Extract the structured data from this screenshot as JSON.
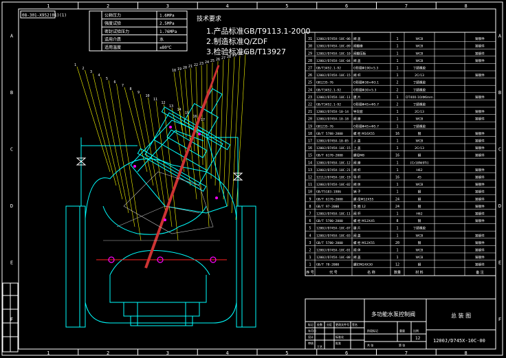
{
  "colors": {
    "background": "#000000",
    "frame": "#ffffff",
    "outline": "#00ffff",
    "text": "#ffffff",
    "leaders": "#ffff00",
    "numbers": "#ffffff",
    "bolts": "#ff00ff",
    "rod": "#cc3333",
    "red_line": "#ff2020"
  },
  "zone_numbers_top": [
    "1",
    "2",
    "3",
    "4",
    "5",
    "6",
    "7",
    "8"
  ],
  "zone_numbers_bottom": [
    "1",
    "2",
    "3",
    "4",
    "5",
    "6",
    "7",
    "8"
  ],
  "zone_letters": [
    "A",
    "B",
    "C",
    "D",
    "E",
    "F"
  ],
  "doc_code_box": "08-301-X952(01)(1)",
  "spec_table": [
    {
      "label": "公称压力",
      "value": "1.6MPa"
    },
    {
      "label": "强度试验",
      "value": "2.5MPa"
    },
    {
      "label": "密封试验压力",
      "value": "1.76MPa"
    },
    {
      "label": "适用介质",
      "value": "水"
    },
    {
      "label": "适用温度",
      "value": "≤80℃"
    }
  ],
  "notes": {
    "title": "技术要求",
    "lines": [
      "1.产品标准GB/T9113.1-2000",
      "2.制造标准Q/ZDF",
      "3.检验标准GB/T13927"
    ]
  },
  "callout_numbers": [
    "1",
    "2",
    "3",
    "4",
    "5",
    "6",
    "7",
    "8",
    "9",
    "10",
    "11",
    "12",
    "13",
    "14",
    "15",
    "16",
    "17",
    "18",
    "19",
    "20",
    "21",
    "22",
    "23",
    "24",
    "25",
    "26",
    "27",
    "28",
    "29",
    "30",
    "31"
  ],
  "bom_rows": [
    {
      "no": "31",
      "code": "1200J/D745X-10C-06",
      "name": "阀 盖",
      "qty": "1",
      "material": "WCB",
      "note": "铸钢件"
    },
    {
      "no": "30",
      "code": "1200J/D745X-10C-09",
      "name": "阀瓣座",
      "qty": "1",
      "material": "WCB",
      "note": "铸钢件"
    },
    {
      "no": "29",
      "code": "1200J/D745X-10C-10",
      "name": "阀瓣压板",
      "qty": "1",
      "material": "WCB",
      "note": "铸钢件"
    },
    {
      "no": "28",
      "code": "1200J/D745X-10C-04",
      "name": "阀 盖",
      "qty": "1",
      "material": "WCB",
      "note": "铸钢件"
    },
    {
      "no": "27",
      "code": "GB/T3452.1-92",
      "name": "O形圈Φ190×5.3",
      "qty": "1",
      "material": "丁腈橡胶",
      "note": ""
    },
    {
      "no": "26",
      "code": "1200J/D745X-10C-15",
      "name": "阀 杆",
      "qty": "1",
      "material": "2Cr13",
      "note": "铸钢件"
    },
    {
      "no": "25",
      "code": "GB1235-76",
      "name": "O形圈Φ38×Φ3.1",
      "qty": "2",
      "material": "丁腈橡胶",
      "note": ""
    },
    {
      "no": "24",
      "code": "GB/T3452.1-92",
      "name": "O形圈Φ30×5.3",
      "qty": "2",
      "material": "丁腈橡胶",
      "note": ""
    },
    {
      "no": "23",
      "code": "1200J/D745X-10C-11",
      "name": "膜 片",
      "qty": "1",
      "material": "DT400-10/Φ6mm",
      "note": "铸钢件"
    },
    {
      "no": "22",
      "code": "GB/T3452.1-92",
      "name": "O形圈Φ45×Φ5.7",
      "qty": "2",
      "material": "丁腈橡胶",
      "note": ""
    },
    {
      "no": "21",
      "code": "1200J/D745X-10-14",
      "name": "导向套",
      "qty": "1",
      "material": "2Cr13",
      "note": "铸钢件"
    },
    {
      "no": "20",
      "code": "1200J/D745X-10-18",
      "name": "阀 座",
      "qty": "1",
      "material": "WCB",
      "note": "铸钢件"
    },
    {
      "no": "19",
      "code": "GB1235-76",
      "name": "O形圈Φ45×Φ5.7",
      "qty": "1",
      "material": "丁腈橡胶",
      "note": ""
    },
    {
      "no": "18",
      "code": "GB/T 5788-2000",
      "name": "螺 栓 M16X55",
      "qty": "16",
      "material": "钢",
      "note": "铸钢件"
    },
    {
      "no": "17",
      "code": "1200J/D745X-10-05",
      "name": "上 盖",
      "qty": "1",
      "material": "WCB",
      "note": "铸钢件"
    },
    {
      "no": "16",
      "code": "1200J/D745X-10C-15",
      "name": "上 盖",
      "qty": "1",
      "material": "2Cr13",
      "note": "铸钢件"
    },
    {
      "no": "15",
      "code": "GB/T 6170-2000",
      "name": "螺母M8",
      "qty": "16",
      "material": "钢",
      "note": "铸钢件"
    },
    {
      "no": "14",
      "code": "1200J/D745X-10C-12",
      "name": "阀 座",
      "qty": "1",
      "material": "[Cr18Ni9Ti]",
      "note": ""
    },
    {
      "no": "13",
      "code": "1200J/D745X-10C-21",
      "name": "阀 杆",
      "qty": "1",
      "material": "H62",
      "note": "铸钢件"
    },
    {
      "no": "12",
      "code": "1211J/D745X-10C-19",
      "name": "导 杆",
      "qty": "16",
      "material": "45",
      "note": "铸钢件"
    },
    {
      "no": "11",
      "code": "1200J/D745X-10C-02",
      "name": "阀 体",
      "qty": "1",
      "material": "WCB",
      "note": "铸钢件"
    },
    {
      "no": "10",
      "code": "GB/T5183-1986",
      "name": "销 子",
      "qty": "1",
      "material": "钢",
      "note": "铸钢件"
    },
    {
      "no": "9",
      "code": "GB/T 6170-2000",
      "name": "螺 母M12X55",
      "qty": "24",
      "material": "钢",
      "note": "铸钢件"
    },
    {
      "no": "8",
      "code": "GB/T 97-2000",
      "name": "垫 圈 12",
      "qty": "24",
      "material": "钢",
      "note": "铸钢件"
    },
    {
      "no": "7",
      "code": "1200J/D745X-10C-11",
      "name": "阀 杆",
      "qty": "1",
      "material": "H62",
      "note": "铸钢件"
    },
    {
      "no": "6",
      "code": "GB/T 5780-2000",
      "name": "螺 栓 M12X45",
      "qty": "8",
      "material": "钢",
      "note": "铸钢件"
    },
    {
      "no": "5",
      "code": "1200J/D745X-10C-07",
      "name": "膜 片",
      "qty": "1",
      "material": "丁腈橡胶",
      "note": ""
    },
    {
      "no": "4",
      "code": "1200J/D745X-10C-03",
      "name": "阀 盖",
      "qty": "1",
      "material": "WCB",
      "note": "铸钢件"
    },
    {
      "no": "3",
      "code": "GB/T 5780-2000",
      "name": "螺 栓 M12X55",
      "qty": "20",
      "material": "钢",
      "note": "铸钢件"
    },
    {
      "no": "2",
      "code": "1200J/D745X-10C-01",
      "name": "阀 体",
      "qty": "1",
      "material": "WCB",
      "note": "铸钢件"
    },
    {
      "no": "1",
      "code": "1200J/D745X-10C-08",
      "name": "阀 盖",
      "qty": "1",
      "material": "WCB",
      "note": "铸钢件"
    },
    {
      "no": "1",
      "code": "GB/T 78-2000",
      "name": "螺钉M24X30",
      "qty": "12",
      "material": "钢",
      "note": "铸钢件"
    }
  ],
  "bom_header": {
    "no": "序 号",
    "code": "代 号",
    "name": "名 称",
    "qty": "数量",
    "material": "材 料",
    "note": "备 注"
  },
  "title_block": {
    "product_name": "多功能水泵控制阀",
    "drawing_title": "总 装 图",
    "drawing_code": "1200J/D745X-10C-00",
    "scale_value": "12",
    "labels": [
      "标记",
      "处数",
      "分区",
      "更改文件号",
      "签名",
      "年月日",
      "设计",
      "标准化",
      "审核",
      "工艺",
      "批准",
      "阶段标记",
      "重量",
      "比例",
      "共 张",
      "第 张"
    ]
  }
}
